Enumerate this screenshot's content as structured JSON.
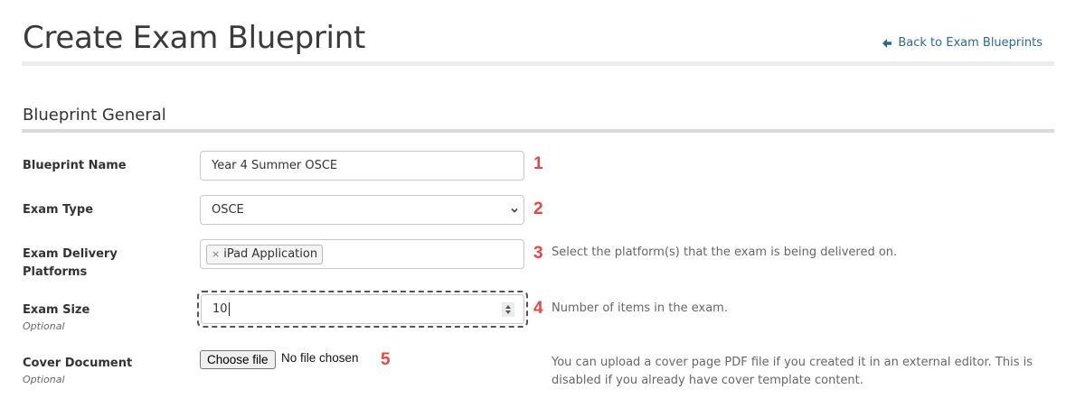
{
  "header": {
    "title": "Create Exam Blueprint",
    "back_link": "Back to Exam Blueprints",
    "back_icon": "arrow-left-icon"
  },
  "section": {
    "title": "Blueprint General"
  },
  "colors": {
    "link": "#2c6a88",
    "marker": "#e8463f",
    "divider_top": "#ededed",
    "divider_section": "#dcdcdc"
  },
  "fields": {
    "blueprint_name": {
      "label": "Blueprint Name",
      "value": "Year 4 Summer OSCE",
      "marker": "1"
    },
    "exam_type": {
      "label": "Exam Type",
      "value": "OSCE",
      "marker": "2"
    },
    "delivery_platforms": {
      "label_line1": "Exam Delivery",
      "label_line2": "Platforms",
      "tags": [
        "iPad Application"
      ],
      "tag_remove": "×",
      "marker": "3",
      "help": "Select the platform(s) that the exam is being delivered on."
    },
    "exam_size": {
      "label": "Exam Size",
      "optional": "Optional",
      "value": "10",
      "marker": "4",
      "help": "Number of items in the exam."
    },
    "cover_document": {
      "label": "Cover Document",
      "optional": "Optional",
      "button": "Choose file",
      "status": "No file chosen",
      "marker": "5",
      "help_line1": "You can upload a cover page PDF file if you created it in an external editor. This is",
      "help_line2": "disabled if you already have cover template content."
    }
  }
}
